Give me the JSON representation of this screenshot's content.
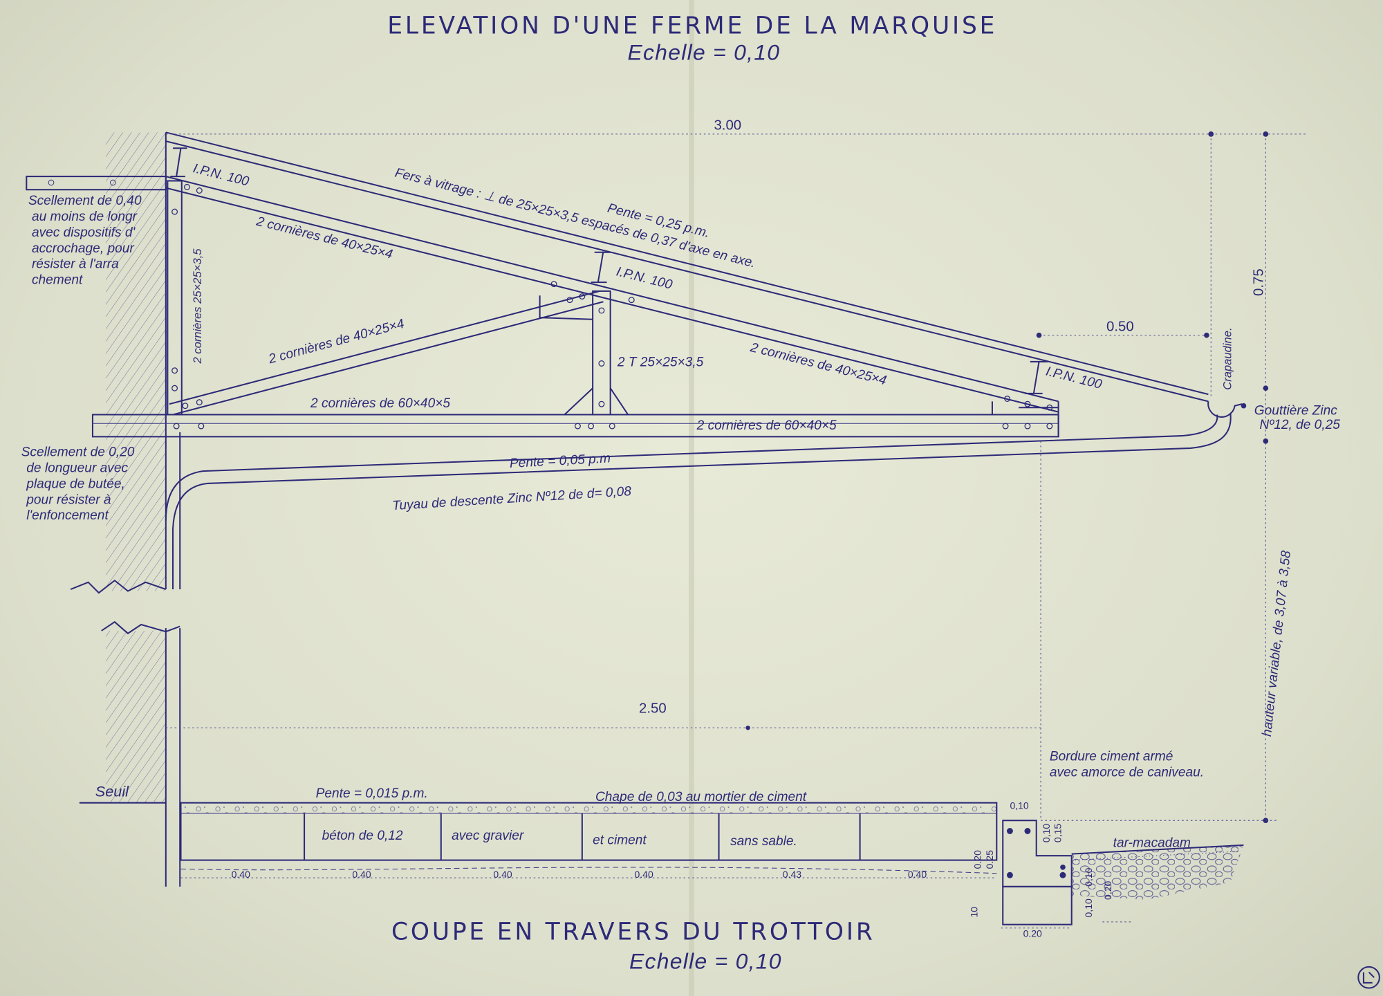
{
  "titles": {
    "elevation": "ELEVATION D'UNE FERME DE LA MARQUISE",
    "elevation_scale": "Echelle = 0,10",
    "section": "COUPE EN TRAVERS DU TROTTOIR",
    "section_scale": "Echelle = 0,10"
  },
  "truss_labels": {
    "ipn_top": "I.P.N. 100",
    "ipn_mid": "I.P.N. 100",
    "ipn_right": "I.P.N. 100",
    "glazing_bars": "Fers à vitrage : ⊥ de 25×25×3,5 espacés de 0,37 d'axe en axe.",
    "roof_slope": "Pente = 0,25 p.m.",
    "upper_chord_left": "2 cornières de 40×25×4",
    "upper_chord_right": "2 cornières de 40×25×4",
    "strut": "2 cornières de 40×25×4",
    "vertical_post": "2 cornières 25×25×3,5",
    "center_post": "2 T 25×25×3,5",
    "bottom_chord_left": "2 cornières de 60×40×5",
    "bottom_chord_right": "2 cornières de 60×40×5",
    "crapaudine": "Crapaudine.",
    "gutter_line1": "Gouttière Zinc",
    "gutter_line2": "Nº12, de 0,25",
    "pipe_slope": "Pente = 0,05 p.m",
    "downpipe": "Tuyau de descente Zinc Nº12 de d= 0,08"
  },
  "notes": {
    "top_anchor": [
      "Scellement de 0,40",
      "au moins de longr",
      "avec dispositifs d'",
      "accrochage, pour",
      "résister à l'arra",
      "chement"
    ],
    "bottom_anchor": [
      "Scellement de 0,20",
      "de longueur avec",
      "plaque de butée,",
      "pour résister à",
      "l'enfoncement"
    ],
    "curb": [
      "Bordure ciment armé",
      "avec amorce de caniveau."
    ]
  },
  "dimensions": {
    "overall_width": "3.00",
    "height_top": "0.75",
    "overhang": "0.50",
    "clear_width": "2.50",
    "variable_height": "hauteur variable, de 3,07 à 3,58"
  },
  "sidewalk": {
    "threshold": "Seuil",
    "slope": "Pente = 0,015 p.m.",
    "screed": "Chape de 0,03 au mortier de ciment",
    "slab_texts": [
      "béton de 0,12",
      "avec gravier",
      "et ciment",
      "sans sable."
    ],
    "slab_widths": [
      "0.40",
      "0.40",
      "0.40",
      "0.40",
      "0.43",
      "0.40"
    ],
    "curb_dims": {
      "top": "0,10",
      "width": "0.20",
      "a": "0,10",
      "b": "0,15",
      "c": "0.20",
      "d": "0.25",
      "e": "0,10",
      "f": "0,10",
      "g": "0,20",
      "h": "10"
    },
    "road": "tar-macadam"
  },
  "colors": {
    "ink": "#2d2a78",
    "paper": "#e4e6d3"
  }
}
